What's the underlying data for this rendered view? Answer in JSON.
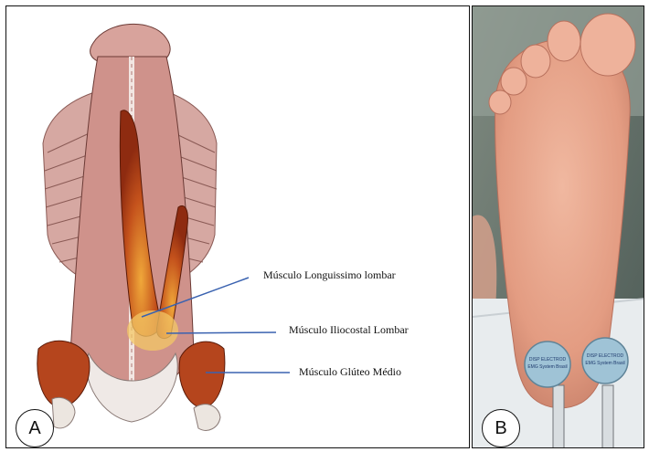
{
  "panel_a": {
    "label": "A",
    "annotations": [
      {
        "id": "longuissimo",
        "text": "Músculo Longuissimo lombar"
      },
      {
        "id": "iliocostal",
        "text": "Músculo Iliocostal Lombar"
      },
      {
        "id": "gluteo",
        "text": "Músculo Glúteo Médio"
      }
    ],
    "colors": {
      "muscle": "#c98a83",
      "highlight": "#b8441a",
      "pointer": "#3a62b0"
    }
  },
  "panel_b": {
    "label": "B",
    "electrode_text": [
      "DISP ELECTROD",
      "EMG System Brasil"
    ],
    "colors": {
      "skin": "#e8aa92",
      "electrode": "#9fc3d6"
    }
  }
}
